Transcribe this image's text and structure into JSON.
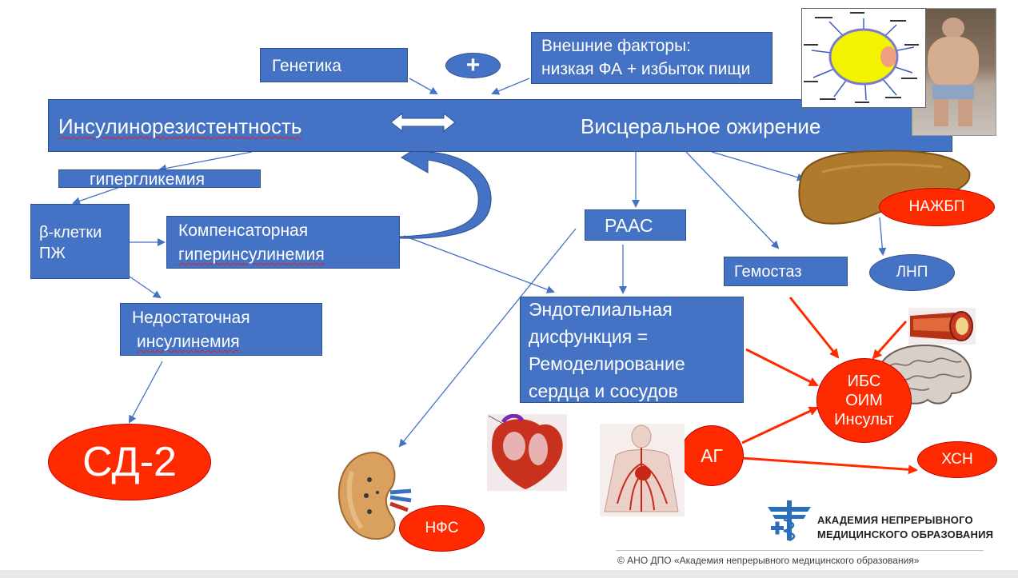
{
  "nodes": {
    "genetics": "Генетика",
    "plus": "+",
    "external_line1": "Внешние факторы:",
    "external_line2": "низкая ФА + избыток пищи",
    "insulin_resistance": "Инсулинорезистентность",
    "visceral_obesity": "Висцеральное  ожирение",
    "hyperglycemia": "гипергликемия",
    "beta_line1": "β-клетки",
    "beta_line2": "ПЖ",
    "comp_line1": "Компенсаторная",
    "comp_line2": "гиперинсулинемия",
    "insuf_line1": "Недостаточная",
    "insuf_line2": "инсулинемия",
    "sd2": "СД-2",
    "raas": "РААС",
    "endo_line1": "Эндотелиальная",
    "endo_line2": "дисфункция =",
    "endo_line3": "Ремоделирование",
    "endo_line4": "сердца и сосудов",
    "hemostasis": "Гемостаз",
    "nazhbp": "НАЖБП",
    "lnp": "ЛНП",
    "ibs_line1": "ИБС",
    "ibs_line2": "ОИМ",
    "ibs_line3": "Инсульт",
    "ag": "АГ",
    "hsn": "ХСН",
    "nfs": "НФС"
  },
  "logo": {
    "line1": "АКАДЕМИЯ НЕПРЕРЫВНОГО",
    "line2": "МЕДИЦИНСКОГО ОБРАЗОВАНИЯ"
  },
  "footer": "© АНО ДПО «Академия непрерывного медицинского образования»",
  "colors": {
    "box_blue": "#4472c4",
    "oval_red": "#ff2a00",
    "arrow_blue": "#4472c4",
    "arrow_red": "#ff2a00"
  }
}
